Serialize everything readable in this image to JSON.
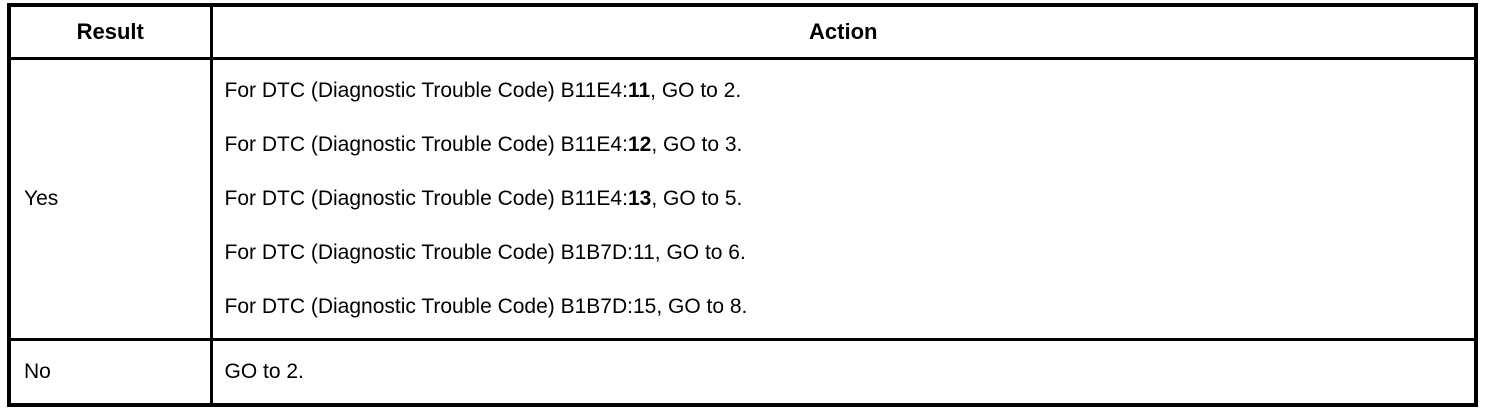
{
  "document": {
    "colors": {
      "border": "#000000",
      "text": "#000000",
      "background": "#ffffff"
    },
    "table": {
      "headers": [
        "Result",
        "Action"
      ],
      "rows": [
        {
          "result": "Yes",
          "lines": [
            {
              "pre": "For DTC (Diagnostic Trouble Code) B11E4:",
              "bold": "11",
              "post": ", GO to 2."
            },
            {
              "pre": "For DTC (Diagnostic Trouble Code) B11E4:",
              "bold": "12",
              "post": ", GO to 3."
            },
            {
              "pre": "For DTC (Diagnostic Trouble Code) B11E4:",
              "bold": "13",
              "post": ", GO to 5."
            },
            {
              "pre": "For DTC (Diagnostic Trouble Code) B1B7D:11, GO to 6.",
              "bold": "",
              "post": ""
            },
            {
              "pre": "For DTC (Diagnostic Trouble Code) B1B7D:15, GO to 8.",
              "bold": "",
              "post": ""
            }
          ]
        },
        {
          "result": "No",
          "lines": [
            {
              "pre": "GO to 2.",
              "bold": "",
              "post": ""
            }
          ]
        }
      ]
    }
  }
}
